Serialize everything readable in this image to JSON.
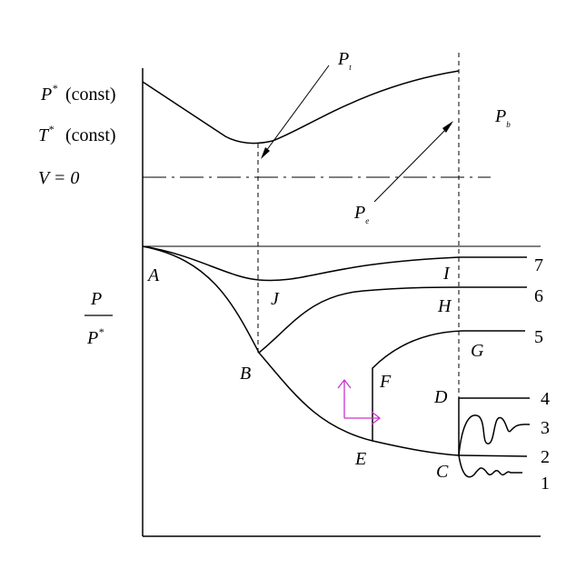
{
  "left_labels": {
    "p_star": "P",
    "p_star_suffix": "(const)",
    "t_star": "T",
    "t_star_suffix": "(const)",
    "v_eq": "V = 0",
    "ratio_num": "P",
    "ratio_den": "P",
    "star": "*"
  },
  "top_labels": {
    "p_t": "P",
    "p_t_sub": "t",
    "p_b": "P",
    "p_b_sub": "b",
    "p_e": "P",
    "p_e_sub": "e"
  },
  "points": {
    "A": "A",
    "B": "B",
    "C": "C",
    "D": "D",
    "E": "E",
    "F": "F",
    "G": "G",
    "H": "H",
    "I": "I",
    "J": "J"
  },
  "curve_numbers": [
    "1",
    "2",
    "3",
    "4",
    "5",
    "6",
    "7"
  ],
  "colors": {
    "ink": "#000000",
    "arrow_accent": "#cc33cc"
  }
}
